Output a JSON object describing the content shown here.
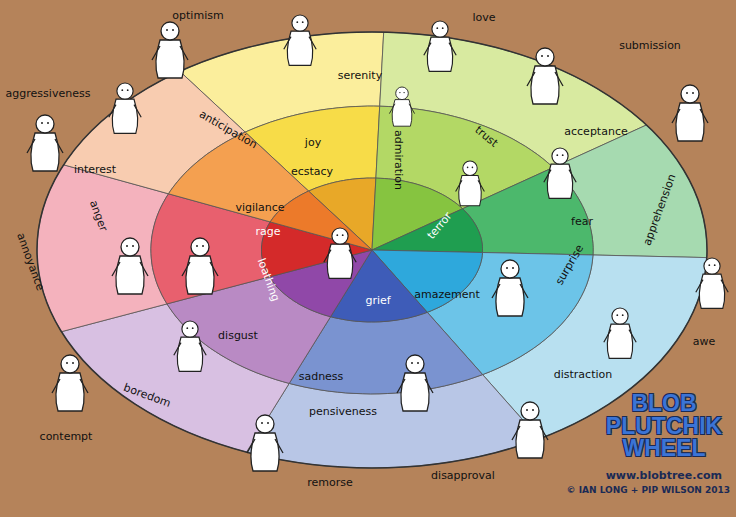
{
  "diagram": {
    "title": "BLOB PLUTCHIK WHEEL",
    "labels": [
      "optimism",
      "love",
      "submission",
      "aggressiveness",
      "serenity",
      "joy",
      "anticipation",
      "ecstacy",
      "trust",
      "acceptance",
      "interest",
      "vigilance",
      "admiration",
      "terror",
      "fear",
      "apprehension",
      "annoyance",
      "anger",
      "rage",
      "loathing",
      "grief",
      "amazement",
      "surprise",
      "awe",
      "disgust",
      "sadness",
      "distraction",
      "boredom",
      "pensiveness",
      "contempt",
      "remorse",
      "disapproval",
      "www.blobtree.com",
      "© IAN LONG + PIP WILSON 2013"
    ]
  }
}
